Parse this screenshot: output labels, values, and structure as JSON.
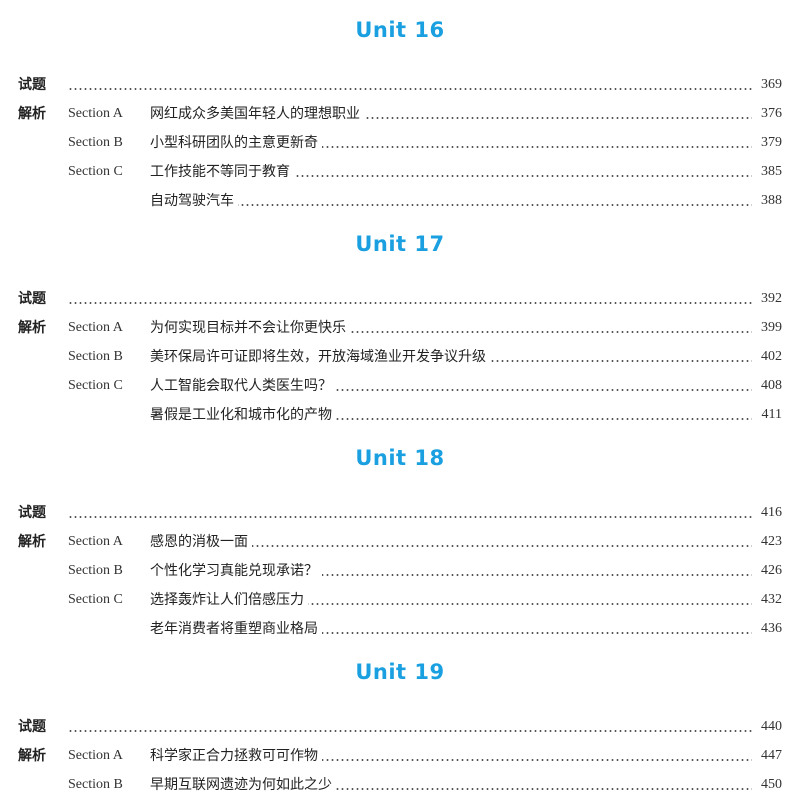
{
  "units": [
    {
      "name": "Unit 16",
      "test": {
        "label": "试题",
        "page": "369"
      },
      "analysis_label": "解析",
      "entries": [
        {
          "section": "Section A",
          "title": "网红成众多美国年轻人的理想职业",
          "page": "376"
        },
        {
          "section": "Section B",
          "title": "小型科研团队的主意更新奇",
          "page": "379"
        },
        {
          "section": "Section C",
          "title": "工作技能不等同于教育",
          "page": "385"
        },
        {
          "section": "",
          "title": "自动驾驶汽车",
          "page": "388"
        }
      ]
    },
    {
      "name": "Unit 17",
      "test": {
        "label": "试题",
        "page": "392"
      },
      "analysis_label": "解析",
      "entries": [
        {
          "section": "Section A",
          "title": "为何实现目标并不会让你更快乐",
          "page": "399"
        },
        {
          "section": "Section B",
          "title": "美环保局许可证即将生效，开放海域渔业开发争议升级",
          "page": "402"
        },
        {
          "section": "Section C",
          "title": "人工智能会取代人类医生吗？",
          "page": "408"
        },
        {
          "section": "",
          "title": "暑假是工业化和城市化的产物",
          "page": "411"
        }
      ]
    },
    {
      "name": "Unit 18",
      "test": {
        "label": "试题",
        "page": "416"
      },
      "analysis_label": "解析",
      "entries": [
        {
          "section": "Section A",
          "title": "感恩的消极一面",
          "page": "423"
        },
        {
          "section": "Section B",
          "title": "个性化学习真能兑现承诺？",
          "page": "426"
        },
        {
          "section": "Section C",
          "title": "选择轰炸让人们倍感压力",
          "page": "432"
        },
        {
          "section": "",
          "title": "老年消费者将重塑商业格局",
          "page": "436"
        }
      ]
    },
    {
      "name": "Unit 19",
      "test": {
        "label": "试题",
        "page": "440"
      },
      "analysis_label": "解析",
      "entries": [
        {
          "section": "Section A",
          "title": "科学家正合力拯救可可作物",
          "page": "447"
        },
        {
          "section": "Section B",
          "title": "早期互联网遗迹为何如此之少",
          "page": "450"
        }
      ]
    }
  ]
}
